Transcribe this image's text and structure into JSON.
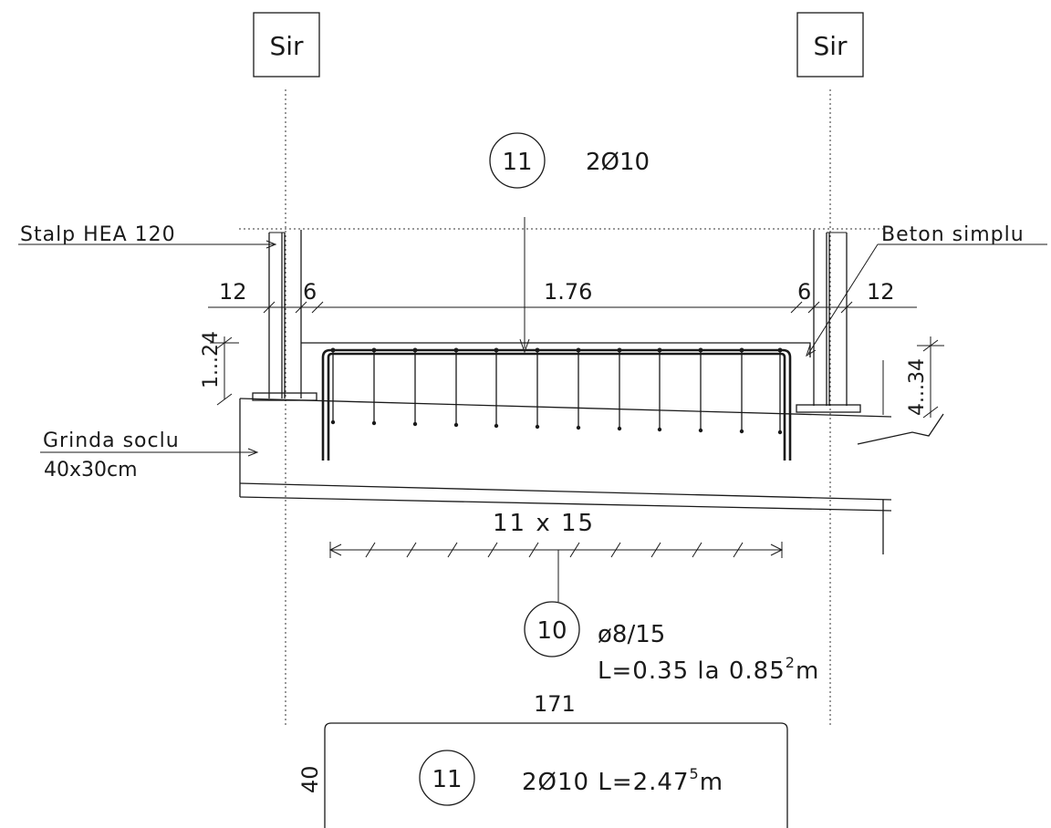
{
  "axes": {
    "left_label": "Sir",
    "right_label": "Sir"
  },
  "mark_top": {
    "number": "11",
    "spec": "2Ø10"
  },
  "labels": {
    "column": "Stalp HEA 120",
    "concrete": "Beton simplu",
    "beam_line1": "Grinda soclu",
    "beam_line2": "40x30cm"
  },
  "dimensions": {
    "left_outer": "12",
    "left_inner": "6",
    "clear_span": "1.76",
    "right_inner": "6",
    "right_outer": "12",
    "left_height": "1...24",
    "right_height": "4...34",
    "spacing": "11 x 15",
    "bar_length": "171",
    "bar_height": "40"
  },
  "mark_stirrups": {
    "number": "10",
    "spec": "ø8/15",
    "length_prefix": "L=0.35 la 0.85",
    "length_sup": "2",
    "length_unit": "m"
  },
  "mark_bottom": {
    "number": "11",
    "spec_prefix": "2Ø10 L=2.47",
    "spec_sup": "5",
    "spec_unit": "m"
  }
}
